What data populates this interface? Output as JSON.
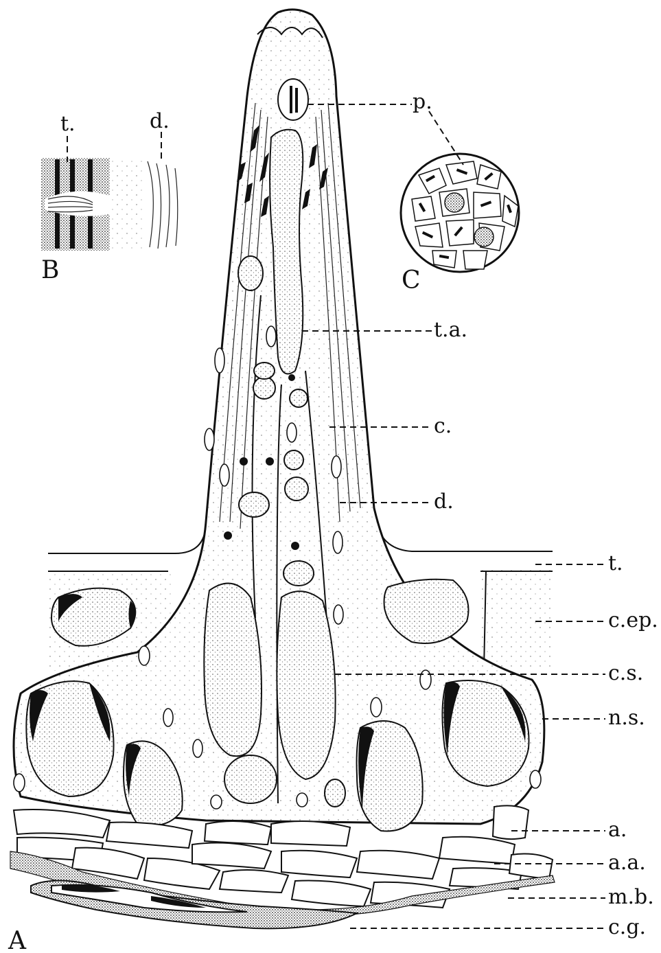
{
  "panels": {
    "a": "A",
    "b": "B",
    "c": "C"
  },
  "labels": {
    "p": "p.",
    "ta": "t.a.",
    "c": "c.",
    "d": "d.",
    "t": "t.",
    "cep": "c.ep.",
    "cs": "c.s.",
    "ns": "n.s.",
    "a": "a.",
    "aa": "a.a.",
    "mb": "m.b.",
    "cg": "c.g."
  },
  "inset_b_labels": {
    "t": "t.",
    "d": "d."
  }
}
